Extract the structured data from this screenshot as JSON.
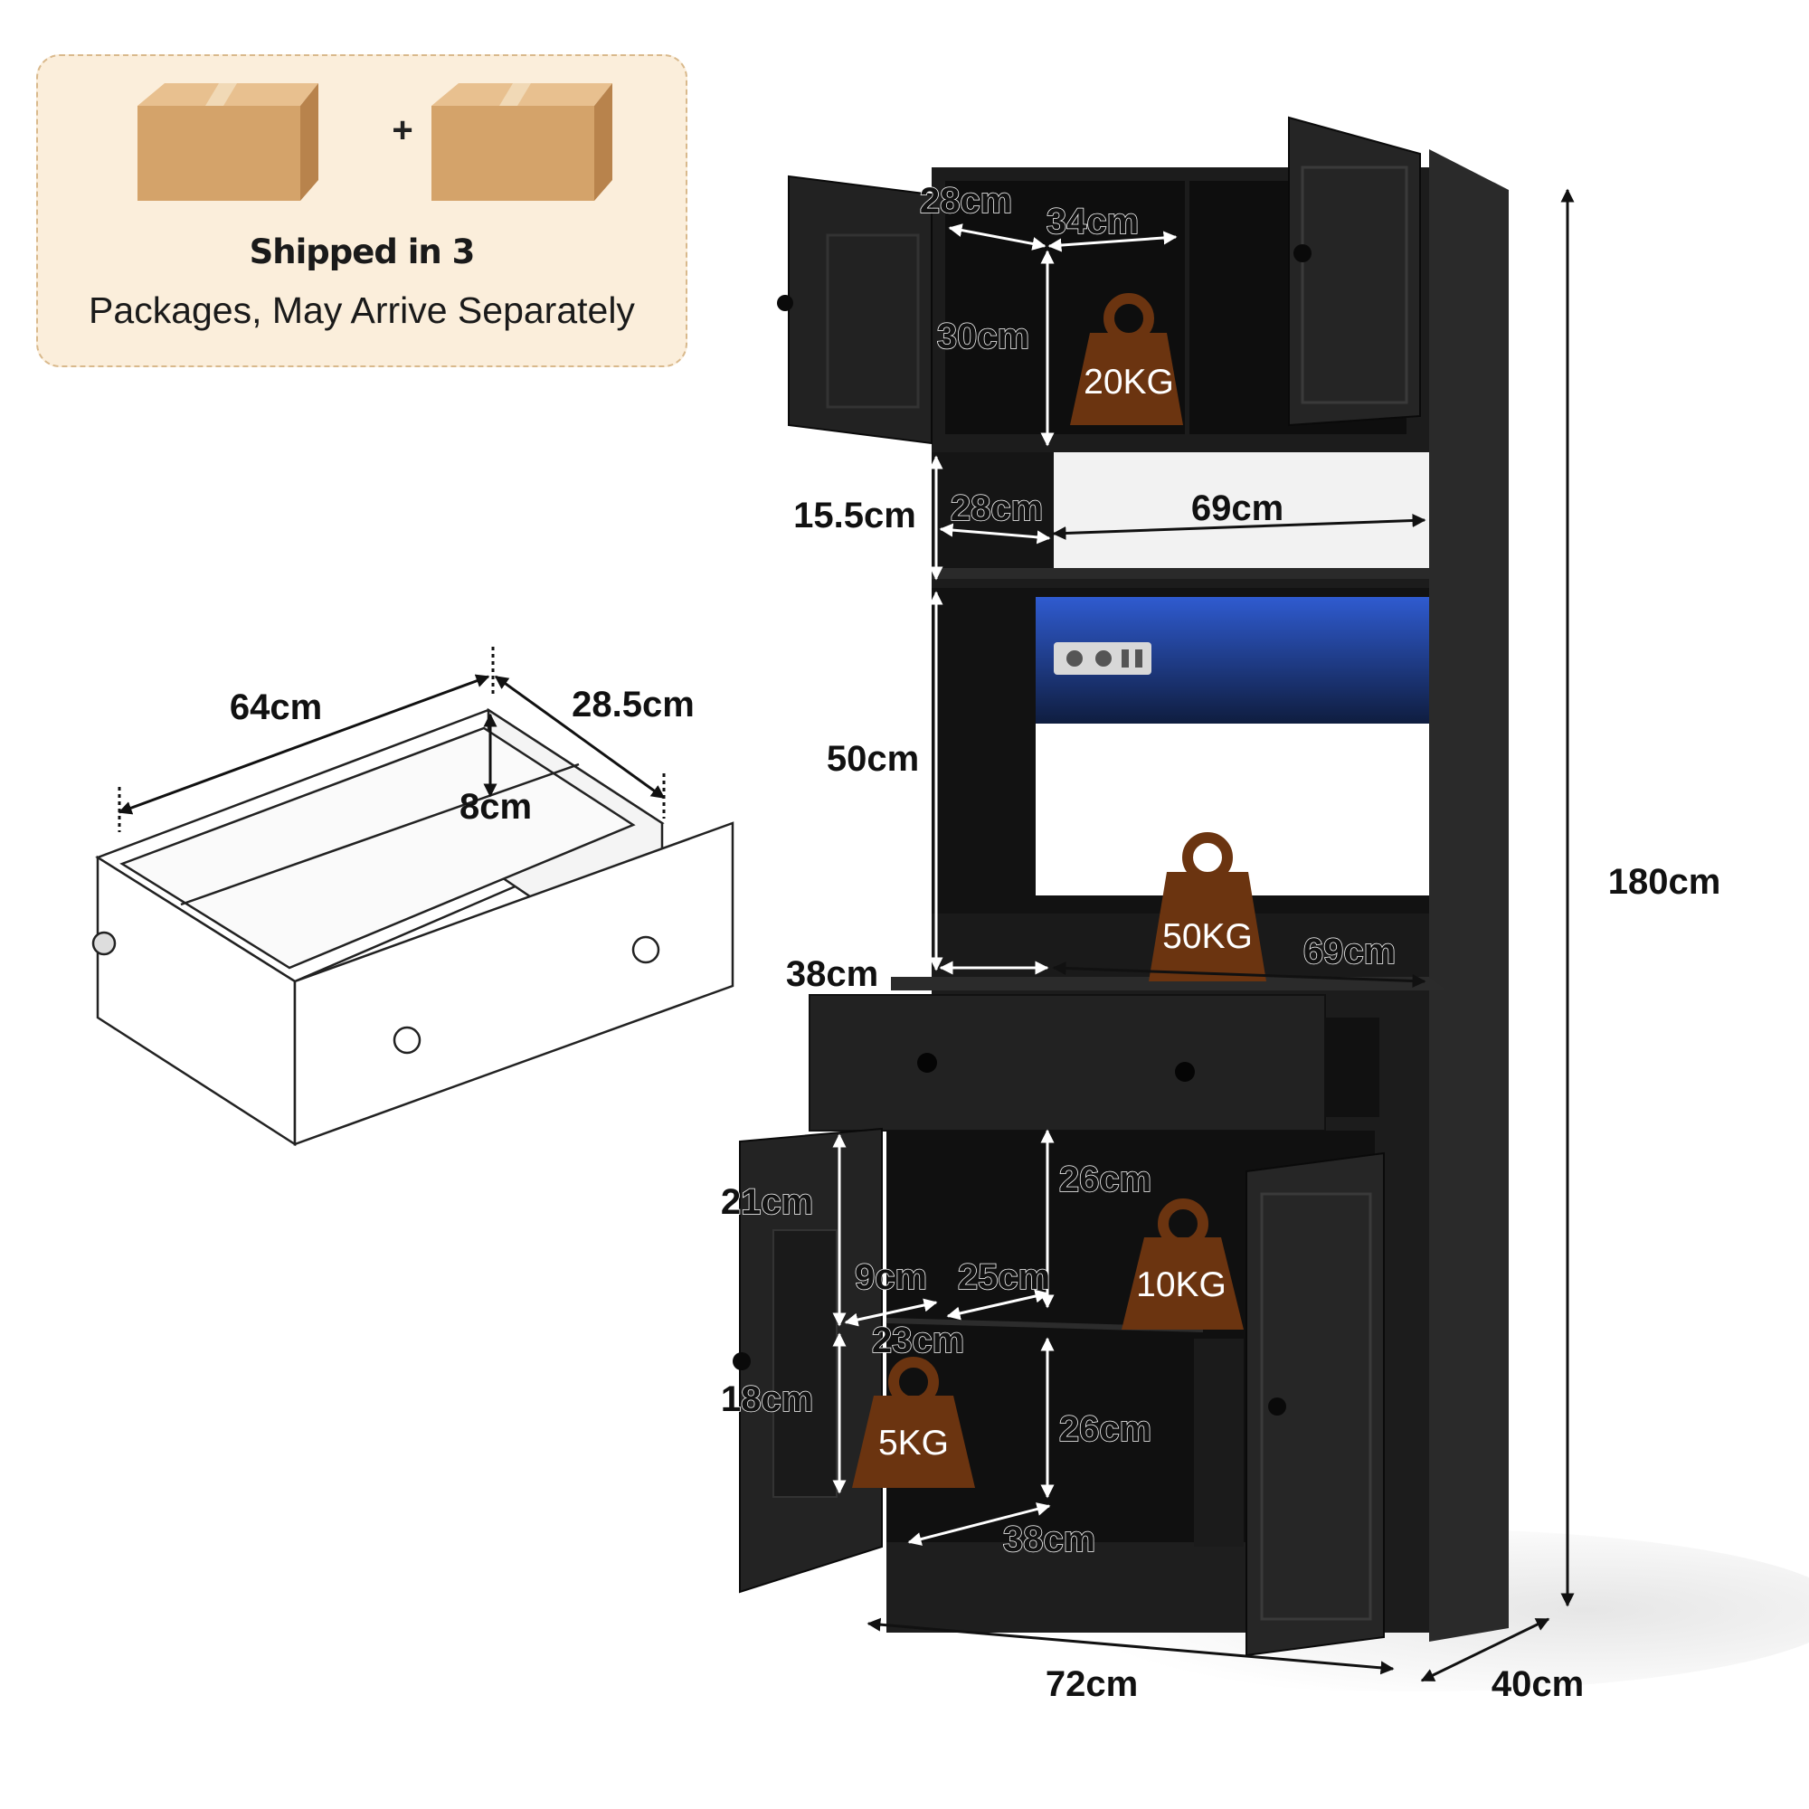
{
  "shipping": {
    "line1": "Shipped in 3",
    "line2": "Packages, May Arrive Separately",
    "plus": "+",
    "icons": [
      "box-icon",
      "box-icon"
    ]
  },
  "drawer_dims": {
    "width": "64cm",
    "depth": "28.5cm",
    "height": "8cm"
  },
  "cabinet_dims": {
    "top_door_depth": "28cm",
    "top_compartment_width": "34cm",
    "top_compartment_height": "30cm",
    "top_load": "20KG",
    "mid_shelf_height": "15.5cm",
    "mid_shelf_depth": "28cm",
    "mid_shelf_width": "69cm",
    "open_area_height": "50cm",
    "counter_load": "50KG",
    "counter_depth": "38cm",
    "counter_width": "69cm",
    "lower_upper_height": "26cm",
    "lower_door_upper_height": "21cm",
    "door_shelf_depth": "9cm",
    "lower_shelf_depth": "25cm",
    "lower_load": "10KG",
    "door_shelf_width": "23cm",
    "lower_door_lower_height": "18cm",
    "door_load": "5KG",
    "lower_bottom_height": "26cm",
    "bottom_depth": "38cm",
    "total_height": "180cm",
    "total_width": "72cm",
    "total_depth": "40cm"
  },
  "colors": {
    "banner_bg": "#fbeedb",
    "weight_tag": "#6b3410",
    "cabinet": "#1c1c1c",
    "led_glow": "#1e3f8a"
  }
}
